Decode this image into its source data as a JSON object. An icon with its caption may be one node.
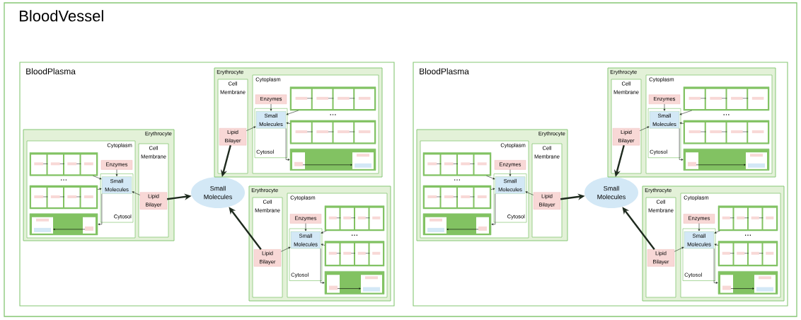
{
  "diagram": {
    "nodes": [
      {
        "text": [
          "BloodVessel"
        ]
      },
      {
        "text": [
          "BloodPlasma"
        ],
        "in": 0
      },
      {
        "text": [
          "Small Molecules"
        ],
        "in": 1
      },
      {
        "text": [
          "Erythrocyte"
        ],
        "in": 1
      },
      {
        "text": [
          "Cell Membrane"
        ],
        "in": 3
      },
      {
        "text": [
          "Lipid Bilayer"
        ],
        "in": 4
      },
      {
        "text": [
          "Cytoplasm"
        ],
        "in": 3
      },
      {
        "text": [
          "Enzymes"
        ],
        "in": 6
      },
      {
        "text": [
          "Cytosol"
        ],
        "in": 6
      },
      {
        "text": [
          "Small Molecules"
        ],
        "in": 8
      },
      {
        "text": [],
        "shape": "box",
        "in": 6
      },
      {
        "text": [],
        "shape": "box",
        "in": 6
      },
      {
        "text": [],
        "shape": "box",
        "in": 6
      },
      {
        "text": [
          "Erythrocyte"
        ],
        "in": 1
      },
      {
        "text": [
          "Cell Membrane"
        ],
        "in": 13
      },
      {
        "text": [
          "Lipid Bilayer"
        ],
        "in": 14
      },
      {
        "text": [
          "Cytoplasm"
        ],
        "in": 13
      },
      {
        "text": [
          "Enzymes"
        ],
        "in": 16
      },
      {
        "text": [
          "Cytosol"
        ],
        "in": 16
      },
      {
        "text": [
          "Small Molecules"
        ],
        "in": 18
      },
      {
        "text": [],
        "shape": "box",
        "in": 16
      },
      {
        "text": [],
        "shape": "box",
        "in": 16
      },
      {
        "text": [],
        "shape": "box",
        "in": 16
      },
      {
        "text": [
          "Erythrocyte"
        ],
        "in": 1
      },
      {
        "text": [
          "Cell Membrane"
        ],
        "in": 23
      },
      {
        "text": [
          "Lipid Bilayer"
        ],
        "in": 24
      },
      {
        "text": [
          "Cytoplasm"
        ],
        "in": 23
      },
      {
        "text": [
          "Enzymes"
        ],
        "in": 26
      },
      {
        "text": [
          "Cytosol"
        ],
        "in": 26
      },
      {
        "text": [
          "Small Molecules"
        ],
        "in": 28
      },
      {
        "text": [],
        "shape": "box",
        "in": 26
      },
      {
        "text": [],
        "shape": "box",
        "in": 26
      },
      {
        "text": [],
        "shape": "box",
        "in": 26
      },
      {
        "text": [
          "BloodPlasma"
        ],
        "in": 0
      },
      {
        "text": [
          "Small Molecules"
        ],
        "in": 33
      },
      {
        "text": [
          "Erythrocyte"
        ],
        "in": 33
      },
      {
        "text": [
          "Cell Membrane"
        ],
        "in": 35
      },
      {
        "text": [
          "Lipid Bilayer"
        ],
        "in": 36
      },
      {
        "text": [
          "Cytoplasm"
        ],
        "in": 35
      },
      {
        "text": [
          "Enzymes"
        ],
        "in": 38
      },
      {
        "text": [
          "Cytosol"
        ],
        "in": 38
      },
      {
        "text": [
          "Small Molecules"
        ],
        "in": 40
      },
      {
        "text": [],
        "shape": "box",
        "in": 38
      },
      {
        "text": [],
        "shape": "box",
        "in": 38
      },
      {
        "text": [],
        "shape": "box",
        "in": 38
      },
      {
        "text": [
          "Erythrocyte"
        ],
        "in": 33
      },
      {
        "text": [
          "Cell Membrane"
        ],
        "in": 45
      },
      {
        "text": [
          "Lipid Bilayer"
        ],
        "in": 46
      },
      {
        "text": [
          "Cytoplasm"
        ],
        "in": 45
      },
      {
        "text": [
          "Enzymes"
        ],
        "in": 48
      },
      {
        "text": [
          "Cytosol"
        ],
        "in": 48
      },
      {
        "text": [
          "Small Molecules"
        ],
        "in": 50
      },
      {
        "text": [],
        "shape": "box",
        "in": 48
      },
      {
        "text": [],
        "shape": "box",
        "in": 48
      },
      {
        "text": [],
        "shape": "box",
        "in": 48
      },
      {
        "text": [
          "Erythrocyte"
        ],
        "in": 33
      },
      {
        "text": [
          "Cell Membrane"
        ],
        "in": 55
      },
      {
        "text": [
          "Lipid Bilayer"
        ],
        "in": 56
      },
      {
        "text": [
          "Cytoplasm"
        ],
        "in": 55
      },
      {
        "text": [
          "Enzymes"
        ],
        "in": 58
      },
      {
        "text": [
          "Cytosol"
        ],
        "in": 58
      },
      {
        "text": [
          "Small Molecules"
        ],
        "in": 60
      },
      {
        "text": [],
        "shape": "box",
        "in": 58
      },
      {
        "text": [],
        "shape": "box",
        "in": 58
      },
      {
        "text": [],
        "shape": "box",
        "in": 58
      }
    ],
    "edges": [
      {
        "from": 5,
        "to": 9,
        "arrow": "to"
      },
      {
        "from": 7,
        "to": 9,
        "arrow": "to"
      },
      {
        "from": 10,
        "to": 9,
        "arrow": "to"
      },
      {
        "from": 11,
        "to": 9,
        "arrow": "to"
      },
      {
        "from": 9,
        "to": 12,
        "arrow": "to"
      },
      {
        "from": 5,
        "to": 2,
        "arrow": "to",
        "style": "thick"
      },
      {
        "from": 15,
        "to": 19,
        "arrow": "to"
      },
      {
        "from": 17,
        "to": 19,
        "arrow": "to"
      },
      {
        "from": 20,
        "to": 19,
        "arrow": "to"
      },
      {
        "from": 21,
        "to": 19,
        "arrow": "to"
      },
      {
        "from": 19,
        "to": 22,
        "arrow": "to"
      },
      {
        "from": 15,
        "to": 2,
        "arrow": "to",
        "style": "thick"
      },
      {
        "from": 25,
        "to": 29,
        "arrow": "to"
      },
      {
        "from": 27,
        "to": 29,
        "arrow": "to"
      },
      {
        "from": 30,
        "to": 29,
        "arrow": "to"
      },
      {
        "from": 31,
        "to": 29,
        "arrow": "to"
      },
      {
        "from": 29,
        "to": 32,
        "arrow": "to"
      },
      {
        "from": 25,
        "to": 2,
        "arrow": "to",
        "style": "thick"
      },
      {
        "from": 37,
        "to": 41,
        "arrow": "to"
      },
      {
        "from": 39,
        "to": 41,
        "arrow": "to"
      },
      {
        "from": 42,
        "to": 41,
        "arrow": "to"
      },
      {
        "from": 43,
        "to": 41,
        "arrow": "to"
      },
      {
        "from": 41,
        "to": 44,
        "arrow": "to"
      },
      {
        "from": 37,
        "to": 34,
        "arrow": "to",
        "style": "thick"
      },
      {
        "from": 47,
        "to": 51,
        "arrow": "to"
      },
      {
        "from": 49,
        "to": 51,
        "arrow": "to"
      },
      {
        "from": 52,
        "to": 51,
        "arrow": "to"
      },
      {
        "from": 53,
        "to": 51,
        "arrow": "to"
      },
      {
        "from": 51,
        "to": 54,
        "arrow": "to"
      },
      {
        "from": 47,
        "to": 34,
        "arrow": "to",
        "style": "thick"
      },
      {
        "from": 57,
        "to": 61,
        "arrow": "to"
      },
      {
        "from": 59,
        "to": 61,
        "arrow": "to"
      },
      {
        "from": 62,
        "to": 61,
        "arrow": "to"
      },
      {
        "from": 63,
        "to": 61,
        "arrow": "to"
      },
      {
        "from": 61,
        "to": 64,
        "arrow": "to"
      },
      {
        "from": 57,
        "to": 34,
        "arrow": "to",
        "style": "thick"
      }
    ],
    "labels": [
      "...",
      "...",
      "...",
      "...",
      "...",
      "..."
    ]
  }
}
